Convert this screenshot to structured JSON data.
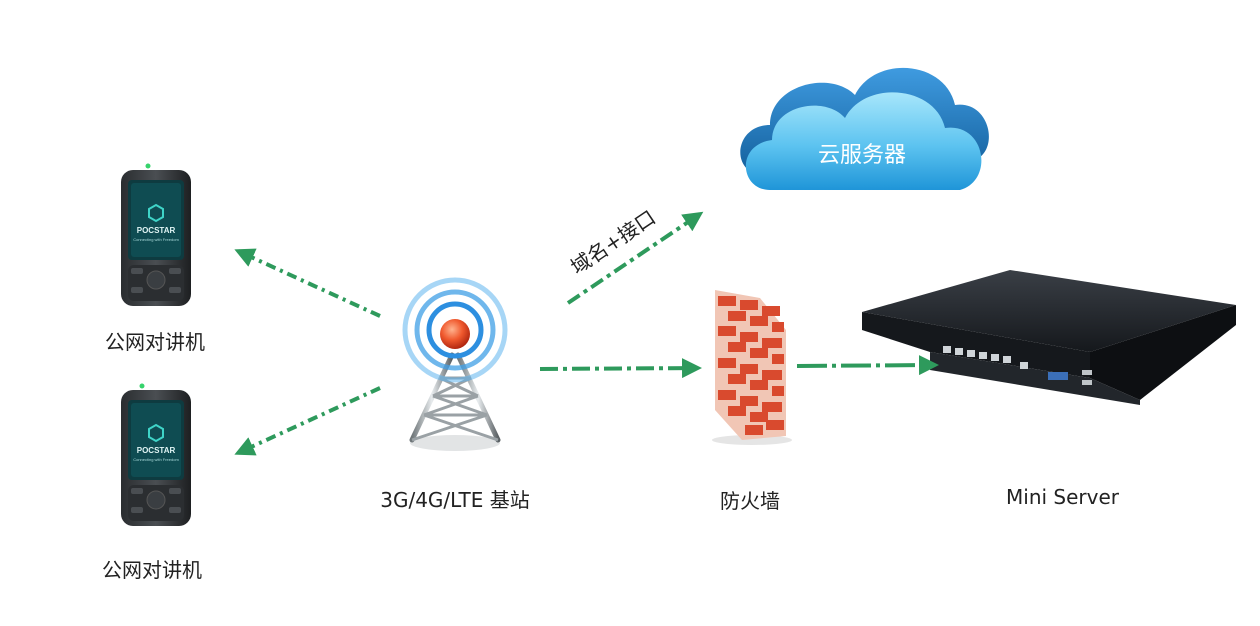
{
  "nodes": {
    "phone_top": {
      "label": "公网对讲机",
      "brand": "POCSTAR",
      "tagline": "Connecting with Freedom"
    },
    "phone_bottom": {
      "label": "公网对讲机",
      "brand": "POCSTAR",
      "tagline": "Connecting with Freedom"
    },
    "base_station": {
      "label": "3G/4G/LTE 基站"
    },
    "cloud": {
      "label": "云服务器"
    },
    "firewall": {
      "label": "防火墙"
    },
    "server": {
      "label": "Mini Server"
    }
  },
  "connections": {
    "to_cloud": {
      "label": "域名+接口"
    }
  },
  "colors": {
    "arrow": "#2e9a5c",
    "cloud_top": "#7fd6f7",
    "cloud_bottom": "#1f95d8",
    "cloud_back": "#196fb0",
    "signal_ring": "#2d8fe0",
    "signal_core": "#e2381b",
    "brick": "#d94a2e",
    "mortar": "#f1c6b5",
    "server_body": "#1c1f24"
  }
}
